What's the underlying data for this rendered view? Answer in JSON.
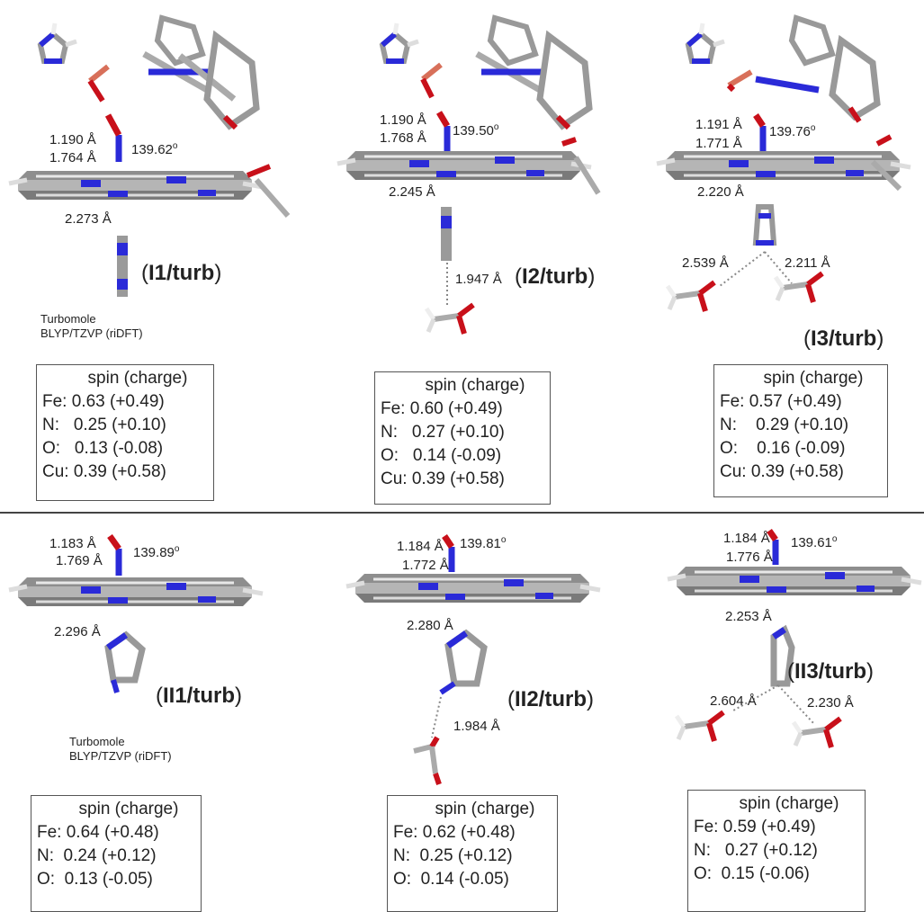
{
  "software_note": [
    "Turbomole",
    "BLYP/TZVP (riDFT)"
  ],
  "box_header": "spin (charge)",
  "structures": [
    {
      "id": "I1",
      "name_paren_open": "(",
      "name_bold": "I1/turb",
      "name_paren_close": ")",
      "labels": [
        "1.190 Å",
        "1.764 Å",
        "139.62",
        "o",
        "2.273 Å"
      ],
      "rows": [
        "Fe: 0.63 (+0.49)",
        "N:   0.25 (+0.10)",
        "O:   0.13 (-0.08)",
        "Cu: 0.39 (+0.58)"
      ]
    },
    {
      "id": "I2",
      "name_paren_open": "(",
      "name_bold": "I2/turb",
      "name_paren_close": ")",
      "labels": [
        "1.190 Å",
        "1.768 Å",
        "139.50",
        "o",
        "2.245 Å",
        "1.947 Å"
      ],
      "rows": [
        "Fe: 0.60 (+0.49)",
        "N:   0.27 (+0.10)",
        "O:   0.14 (-0.09)",
        "Cu: 0.39 (+0.58)"
      ]
    },
    {
      "id": "I3",
      "name_paren_open": "(",
      "name_bold": "I3/turb",
      "name_paren_close": ")",
      "labels": [
        "1.191 Å",
        "1.771 Å",
        "139.76",
        "o",
        "2.220 Å",
        "2.539 Å",
        "2.211 Å"
      ],
      "rows": [
        "Fe: 0.57 (+0.49)",
        "N:    0.29 (+0.10)",
        "O:    0.16 (-0.09)",
        "Cu: 0.39 (+0.58)"
      ]
    },
    {
      "id": "II1",
      "name_paren_open": "(",
      "name_bold": "II1/turb",
      "name_paren_close": ")",
      "labels": [
        "1.183 Å",
        "1.769 Å",
        "139.89",
        "o",
        "2.296 Å"
      ],
      "rows": [
        "Fe: 0.64 (+0.48)",
        "N:  0.24 (+0.12)",
        "O:  0.13 (-0.05)"
      ]
    },
    {
      "id": "II2",
      "name_paren_open": "(",
      "name_bold": "II2/turb",
      "name_paren_close": ")",
      "labels": [
        "1.184 Å",
        "1.772 Å",
        "139.81",
        "o",
        "2.280 Å",
        "1.984 Å"
      ],
      "rows": [
        "Fe: 0.62 (+0.48)",
        "N:  0.25 (+0.12)",
        "O:  0.14 (-0.05)"
      ]
    },
    {
      "id": "II3",
      "name_paren_open": "(",
      "name_bold": "II3/turb",
      "name_paren_close": ")",
      "labels": [
        "1.184 Å",
        "1.776 Å",
        "139.61",
        "o",
        "2.253 Å",
        "2.604 Å",
        "2.230 Å"
      ],
      "rows": [
        "Fe: 0.59 (+0.49)",
        "N:   0.27 (+0.12)",
        "O:  0.15 (-0.06)"
      ]
    }
  ],
  "colors": {
    "carbon": "#9a9a9a",
    "nitrogen": "#2a2ad8",
    "oxygen": "#c8101a",
    "hydrogen": "#f2f2f2",
    "copper": "#d8705a"
  }
}
